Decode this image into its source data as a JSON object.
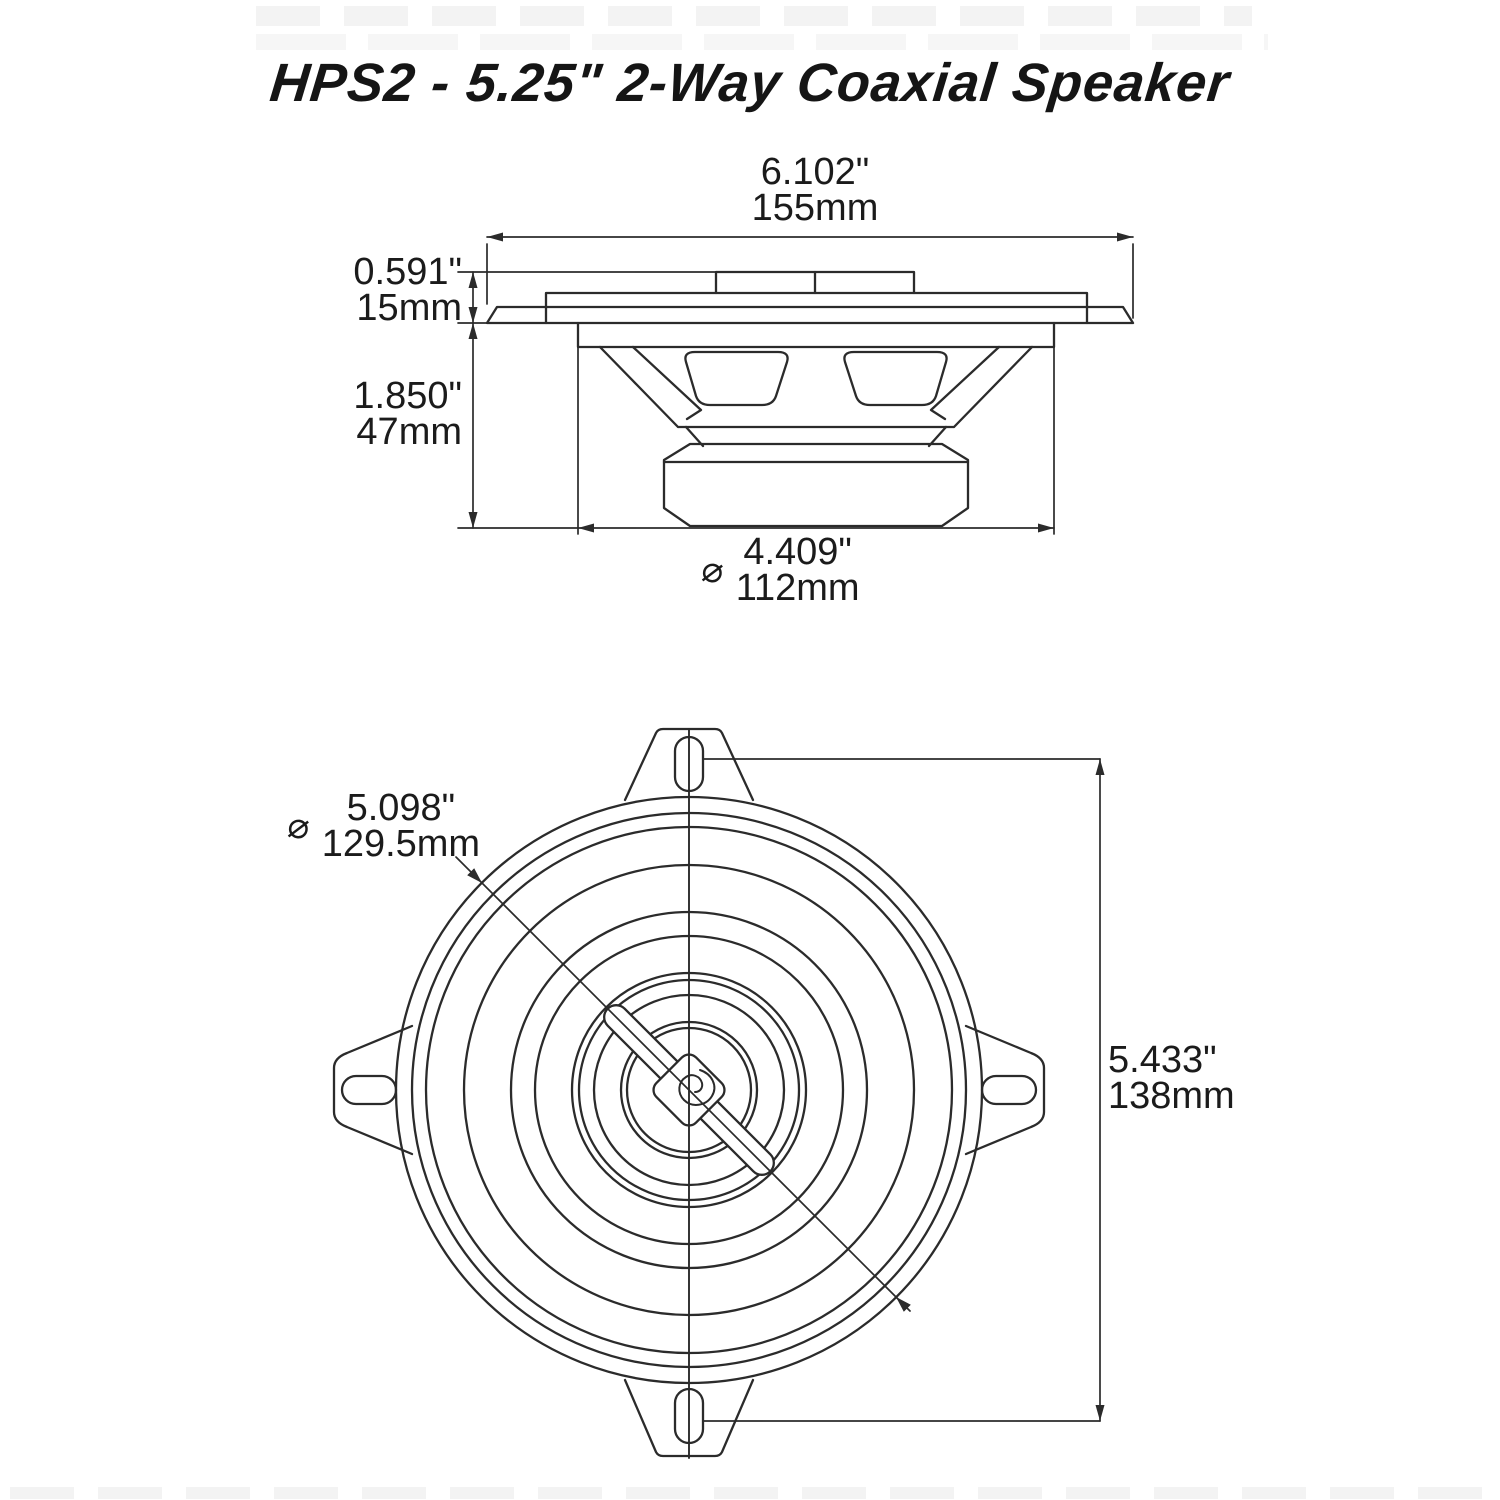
{
  "title": "HPS2 - 5.25\" 2-Way Coaxial Speaker",
  "views": {
    "side": {
      "overall_width": {
        "inches": "6.102\"",
        "mm": "155mm"
      },
      "flange_height": {
        "inches": "0.591\"",
        "mm": "15mm"
      },
      "mounting_depth": {
        "inches": "1.850\"",
        "mm": "47mm"
      },
      "magnet_diameter": {
        "symbol": "⌀",
        "inches": "4.409\"",
        "mm": "112mm"
      }
    },
    "front": {
      "cutout_diameter": {
        "symbol": "⌀",
        "inches": "5.098\"",
        "mm": "129.5mm"
      },
      "overall_height": {
        "inches": "5.433\"",
        "mm": "138mm"
      }
    }
  }
}
